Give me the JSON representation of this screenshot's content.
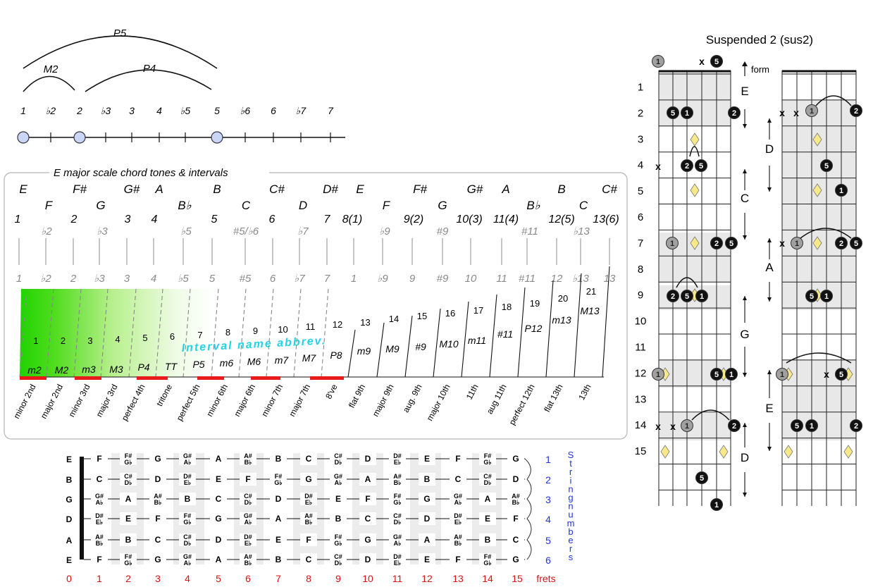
{
  "intervals_diagram": {
    "arcs": [
      "P5",
      "M2",
      "P4"
    ],
    "degrees": [
      "1",
      "♭2",
      "2",
      "♭3",
      "3",
      "4",
      "♭5",
      "5",
      "♭6",
      "6",
      "♭7",
      "7"
    ],
    "highlighted_degrees": [
      "1",
      "2",
      "5"
    ]
  },
  "scale_panel": {
    "title": "E major scale chord tones & intervals",
    "note_top": [
      "E",
      "F#",
      "G#",
      "A",
      "B",
      "C#",
      "D#",
      "E",
      "F#",
      "G#",
      "A",
      "B",
      "C#"
    ],
    "note_low": [
      "F",
      "G",
      "B♭",
      "C",
      "D",
      "F",
      "G",
      "B♭",
      "C"
    ],
    "degree_row": [
      "1",
      "2",
      "3",
      "4",
      "5",
      "6",
      "7",
      "8(1)",
      "9(2)",
      "10(3)",
      "11(4)",
      "12(5)",
      "13(6)"
    ],
    "altered_row": [
      "♭2",
      "♭3",
      "♭5",
      "#5/♭6",
      "♭7",
      "♭9",
      "#9",
      "#11",
      "♭13"
    ],
    "gray_row": [
      "1",
      "♭2",
      "2",
      "♭3",
      "3",
      "4",
      "♭5",
      "5",
      "#5",
      "6",
      "♭7",
      "7",
      "1",
      "♭9",
      "9",
      "#9",
      "10",
      "11",
      "#11",
      "12",
      "♭13",
      "13"
    ],
    "semitones": [
      "1",
      "2",
      "3",
      "4",
      "5",
      "6",
      "7",
      "8",
      "9",
      "10",
      "11",
      "12",
      "13",
      "14",
      "15",
      "16",
      "17",
      "18",
      "19",
      "20",
      "21"
    ],
    "abbrev_label": "Interval name abbrev.",
    "abbrevs": [
      "m2",
      "M2",
      "m3",
      "M3",
      "P4",
      "TT",
      "P5",
      "m6",
      "M6",
      "m7",
      "M7",
      "P8",
      "m9",
      "M9",
      "#9",
      "M10",
      "m11",
      "#11",
      "P12",
      "m13",
      "M13"
    ],
    "names": [
      "minor 2nd",
      "major 2nd",
      "minor 3rd",
      "major 3rd",
      "perfect 4th",
      "tritone",
      "perfect 5th",
      "minor 6th",
      "major 6th",
      "minor 7th",
      "major 7th",
      "8've",
      "flat 9th",
      "major 9th",
      "aug. 9th",
      "major 10th",
      "11th",
      "aug 11th",
      "perfect 12th",
      "flat 13th",
      "13th"
    ]
  },
  "fretboard": {
    "string_names": [
      "E",
      "B",
      "G",
      "D",
      "A",
      "E"
    ],
    "rows": [
      [
        "F",
        "F#/G♭",
        "G",
        "G#/A♭",
        "A",
        "A#/B♭",
        "B",
        "C",
        "C#/D♭",
        "D",
        "D#/E♭",
        "E",
        "F",
        "F#/G♭",
        "G"
      ],
      [
        "C",
        "C#/D♭",
        "D",
        "D#/E♭",
        "E",
        "F",
        "F#/G♭",
        "G",
        "G#/A♭",
        "A",
        "A#/B♭",
        "B",
        "C",
        "C#/D♭",
        "D"
      ],
      [
        "G#/A♭",
        "A",
        "A#/B♭",
        "B",
        "C",
        "C#/D♭",
        "D",
        "D#/E♭",
        "E",
        "F",
        "F#/G♭",
        "G",
        "G#/A♭",
        "A",
        "A#/B♭"
      ],
      [
        "D#/E♭",
        "E",
        "F",
        "F#/G♭",
        "G",
        "G#/A♭",
        "A",
        "A#/B♭",
        "B",
        "C",
        "C#/D♭",
        "D",
        "D#/E♭",
        "E",
        "F"
      ],
      [
        "A#/B♭",
        "B",
        "C",
        "C#/D♭",
        "D",
        "D#/E♭",
        "E",
        "F",
        "F#/G♭",
        "G",
        "G#/A♭",
        "A",
        "A#/B♭",
        "B",
        "C"
      ],
      [
        "F",
        "F#/G♭",
        "G",
        "G#/A♭",
        "A",
        "A#/B♭",
        "B",
        "C",
        "C#/D♭",
        "D",
        "D#/E♭",
        "E",
        "F",
        "F#/G♭",
        "G"
      ]
    ],
    "string_numbers": [
      "1",
      "2",
      "3",
      "4",
      "5",
      "6"
    ],
    "string_numbers_label": "String numbers",
    "fret_numbers": [
      "0",
      "1",
      "2",
      "3",
      "4",
      "5",
      "6",
      "7",
      "8",
      "9",
      "10",
      "11",
      "12",
      "13",
      "14",
      "15"
    ],
    "frets_label": "frets"
  },
  "sus2_chart": {
    "title": "Suspended 2 (sus2)",
    "form_label": "form",
    "fret_labels": [
      "1",
      "2",
      "3",
      "4",
      "5",
      "6",
      "7",
      "8",
      "9",
      "10",
      "11",
      "12",
      "13",
      "14",
      "15"
    ],
    "forms": [
      "E",
      "D",
      "C",
      "A",
      "G",
      "E",
      "D"
    ],
    "colors": {
      "marker_black": "#111111",
      "marker_gray": "#a0a0a0",
      "inlay": "#f7e98a",
      "shade": "#e8e8e8",
      "panel_green": "#22cc00",
      "red_bar": "#e81a1a",
      "abbrev_cyan": "#22d3e8",
      "string_blue": "#2233dd",
      "fret_red": "#dd1111"
    }
  }
}
